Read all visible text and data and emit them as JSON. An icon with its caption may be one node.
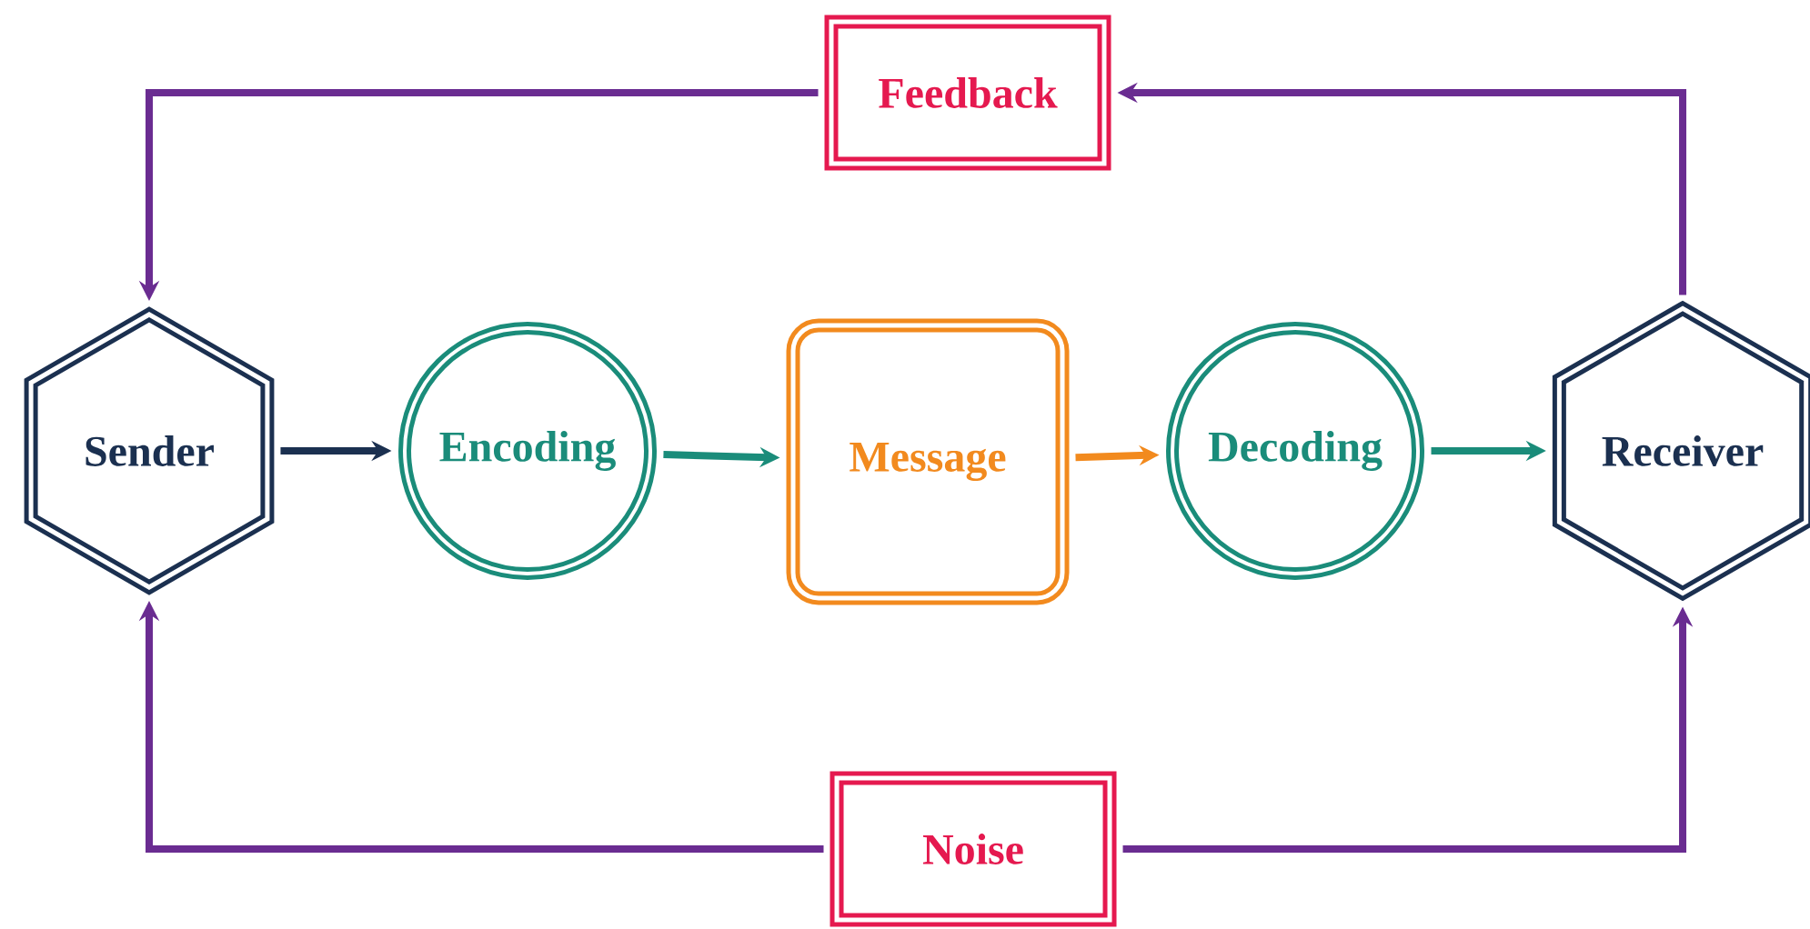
{
  "diagram": {
    "nodes": [
      {
        "text": [
          "Sender"
        ]
      },
      {
        "text": [
          "Encoding"
        ]
      },
      {
        "text": [
          "Message"
        ]
      },
      {
        "text": [
          "Decoding"
        ]
      },
      {
        "text": [
          "Receiver"
        ]
      },
      {
        "text": [
          "Feedback"
        ]
      },
      {
        "text": [
          "Noise"
        ]
      }
    ],
    "edges": [
      {
        "from": 0,
        "to": 1,
        "arrow": "to",
        "color": "#1b3050"
      },
      {
        "from": 1,
        "to": 2,
        "arrow": "to",
        "color": "#1a8c7a"
      },
      {
        "from": 2,
        "to": 3,
        "arrow": "to",
        "color": "#f28a1e"
      },
      {
        "from": 3,
        "to": 4,
        "arrow": "to",
        "color": "#1a8c7a"
      },
      {
        "from": 4,
        "to": 5,
        "arrow": "to"
      },
      {
        "from": 5,
        "to": 0,
        "arrow": "to"
      },
      {
        "from": 6,
        "to": 0,
        "arrow": "to"
      },
      {
        "from": 6,
        "to": 4,
        "arrow": "to"
      }
    ]
  }
}
